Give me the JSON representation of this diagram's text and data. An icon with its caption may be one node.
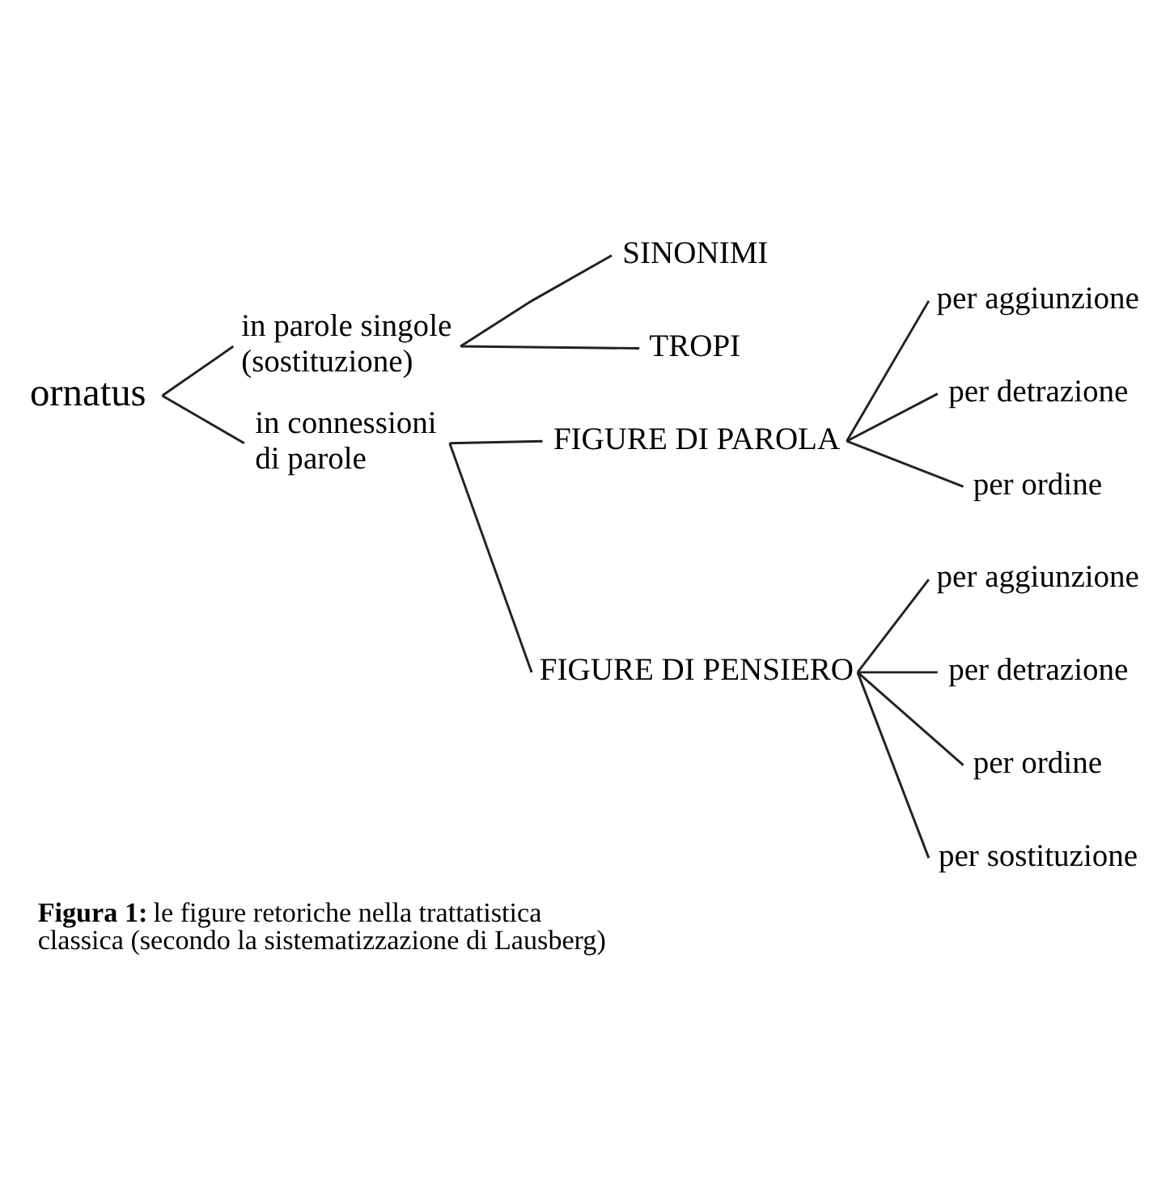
{
  "diagram": {
    "caption": "**Figura 1:** le figure retoriche nella trattatistica classica (secondo la sistematizzazione di Lausberg)",
    "nodes": [
      {
        "text": [
          "ornatus"
        ]
      },
      {
        "text": [
          "in parole singole (sostituzione)"
        ]
      },
      {
        "text": [
          "SINONIMI"
        ]
      },
      {
        "text": [
          "TROPI"
        ]
      },
      {
        "text": [
          "in connessioni di parole"
        ]
      },
      {
        "text": [
          "FIGURE DI PAROLA"
        ]
      },
      {
        "text": [
          "per aggiunzione"
        ]
      },
      {
        "text": [
          "per detrazione"
        ]
      },
      {
        "text": [
          "per ordine"
        ]
      },
      {
        "text": [
          "FIGURE DI PENSIERO"
        ]
      },
      {
        "text": [
          "per aggiunzione"
        ]
      },
      {
        "text": [
          "per detrazione"
        ]
      },
      {
        "text": [
          "per ordine"
        ]
      },
      {
        "text": [
          "per sostituzione"
        ]
      }
    ],
    "edges": [
      {
        "from": 0,
        "to": 1,
        "arrow": "none"
      },
      {
        "from": 0,
        "to": 4,
        "arrow": "none"
      },
      {
        "from": 1,
        "to": 2,
        "arrow": "none"
      },
      {
        "from": 1,
        "to": 3,
        "arrow": "none"
      },
      {
        "from": 4,
        "to": 5,
        "arrow": "none"
      },
      {
        "from": 4,
        "to": 9,
        "arrow": "none"
      },
      {
        "from": 5,
        "to": 6,
        "arrow": "none"
      },
      {
        "from": 5,
        "to": 7,
        "arrow": "none"
      },
      {
        "from": 5,
        "to": 8,
        "arrow": "none"
      },
      {
        "from": 9,
        "to": 10,
        "arrow": "none"
      },
      {
        "from": 9,
        "to": 11,
        "arrow": "none"
      },
      {
        "from": 9,
        "to": 12,
        "arrow": "none"
      },
      {
        "from": 9,
        "to": 13,
        "arrow": "none"
      }
    ]
  }
}
